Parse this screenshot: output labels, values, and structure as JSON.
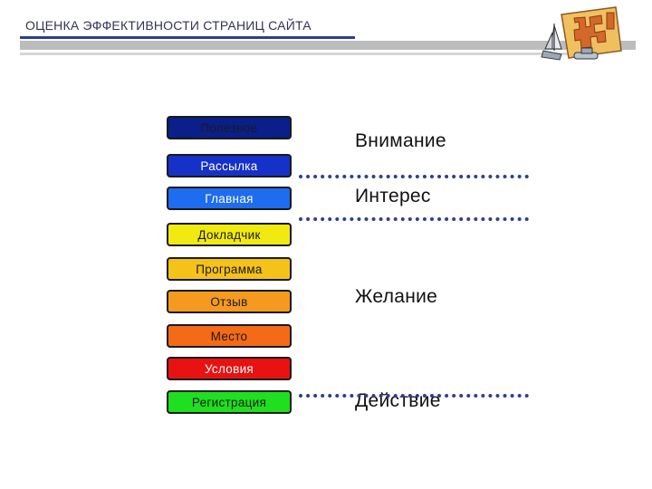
{
  "header": {
    "title": "ОЦЕНКА ЭФФЕКТИВНОСТИ СТРАНИЦ САЙТА"
  },
  "stages": [
    {
      "label": "Полезное",
      "color": "#0a1f8a",
      "text_color": "#1a1a1a"
    },
    {
      "label": "Рассылка",
      "color": "#1631c8",
      "text_color": "#ffffff"
    },
    {
      "label": "Главная",
      "color": "#1e6cf0",
      "text_color": "#ffffff"
    },
    {
      "label": "Докладчик",
      "color": "#f0ea10",
      "text_color": "#1a1a1a"
    },
    {
      "label": "Программа",
      "color": "#f5c21a",
      "text_color": "#1a1a1a"
    },
    {
      "label": "Отзыв",
      "color": "#f59a1e",
      "text_color": "#1a1a1a"
    },
    {
      "label": "Место",
      "color": "#f56a16",
      "text_color": "#1a1a1a"
    },
    {
      "label": "Условия",
      "color": "#e81212",
      "text_color": "#ffffff"
    },
    {
      "label": "Регистрация",
      "color": "#1ee01e",
      "text_color": "#1a1a1a"
    }
  ],
  "phases": [
    {
      "label": "Внимание"
    },
    {
      "label": "Интерес"
    },
    {
      "label": "Желание"
    },
    {
      "label": "Действие"
    }
  ],
  "icons": {
    "logo": "maze-sailboat-logo-icon"
  }
}
